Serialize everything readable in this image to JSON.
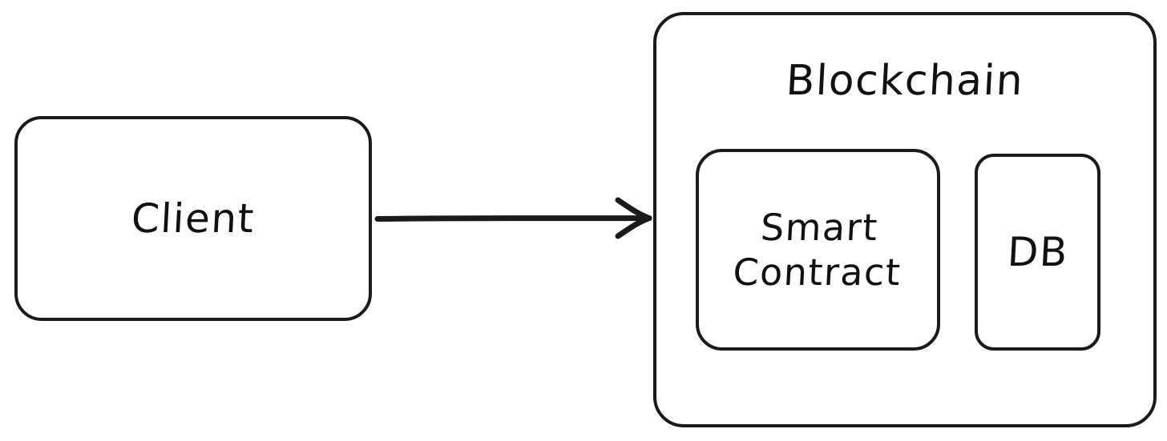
{
  "diagram": {
    "title": "Client to Blockchain architecture",
    "background_color": "#ffffff",
    "stroke_color": "#1a1a1a",
    "text_color": "#111111",
    "style": "hand-drawn"
  },
  "nodes": {
    "client": {
      "label": "Client",
      "shape": "rounded-rectangle"
    },
    "blockchain": {
      "label": "Blockchain",
      "shape": "rounded-rectangle",
      "role": "container"
    },
    "smart_contract": {
      "label": "Smart\nContract",
      "shape": "rounded-rectangle"
    },
    "db": {
      "label": "DB",
      "shape": "rounded-rectangle"
    }
  },
  "edges": [
    {
      "id": "client-to-blockchain",
      "from": "client",
      "to": "blockchain",
      "label": "",
      "direction": "right",
      "arrowhead": "open-v"
    }
  ]
}
